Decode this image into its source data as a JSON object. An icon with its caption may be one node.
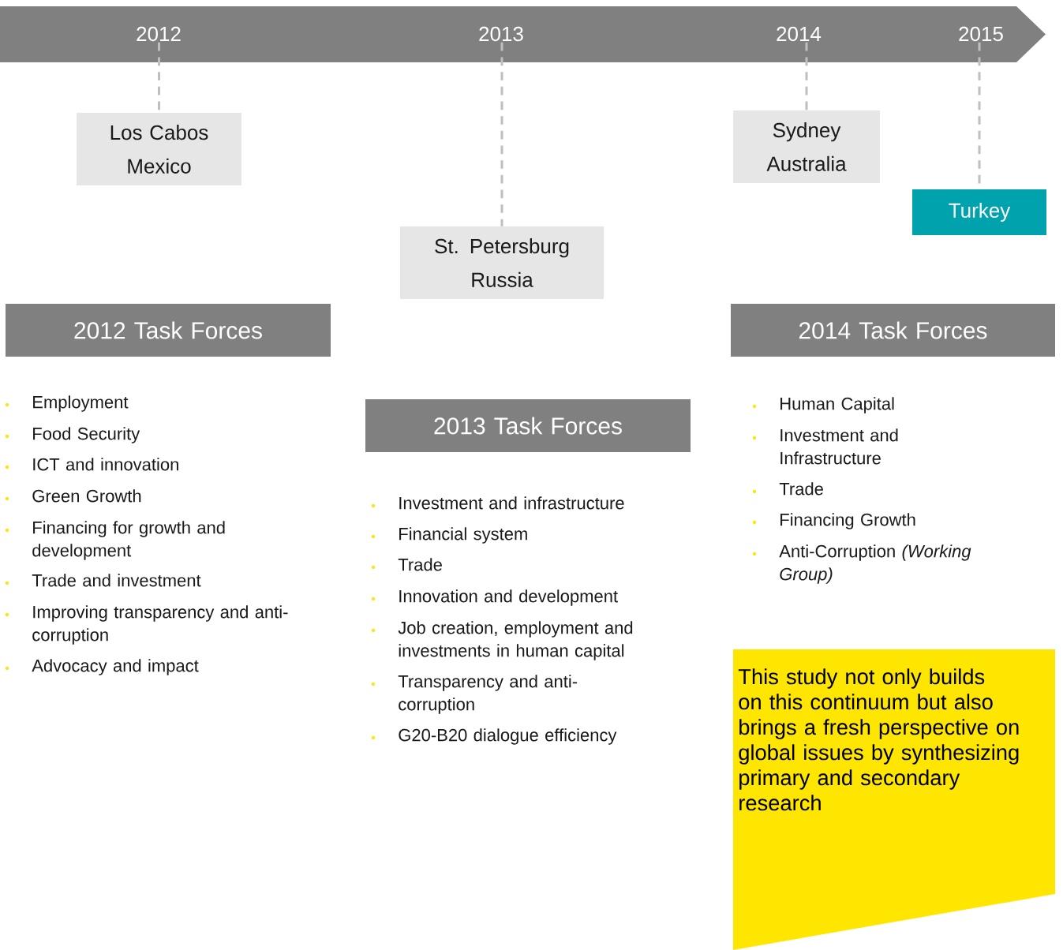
{
  "diagram": {
    "nodes": [
      {
        "text": [],
        "shape": "bar"
      },
      {
        "text": [
          "2012"
        ],
        "in": 0
      },
      {
        "text": [
          "2013"
        ],
        "in": 0
      },
      {
        "text": [
          "2014"
        ],
        "in": 0
      },
      {
        "text": [
          "2015"
        ],
        "in": 0
      },
      {
        "text": [
          "Los Cabos",
          "Mexico"
        ]
      },
      {
        "text": [
          "St. Petersburg",
          "Russia"
        ]
      },
      {
        "text": [
          "Sydney",
          "Australia"
        ]
      },
      {
        "text": [
          "Turkey"
        ]
      },
      {
        "text": [
          "2012 Task Forces"
        ],
        "beside": [
          "Employment",
          "Food Security",
          "ICT and innovation",
          "Green Growth",
          "Financing for growth and development",
          "Trade and investment",
          "Improving transparency and anti-corruption",
          "Advocacy and impact"
        ]
      },
      {
        "text": [
          "2013 Task Forces"
        ],
        "beside": [
          "Investment and infrastructure",
          "Financial system",
          "Trade",
          "Innovation and development",
          "Job creation, employment and investments in human capital",
          "Transparency and anti-corruption",
          "G20-B20 dialogue efficiency"
        ]
      },
      {
        "text": [
          "2014 Task Forces"
        ],
        "beside": [
          "Human Capital",
          "Investment and Infrastructure",
          "Trade",
          "Financing Growth",
          "Anti-Corruption *(Working Group)*"
        ]
      },
      {
        "text": [
          "This study not only builds on this continuum but also brings a fresh perspective on global issues by synthesizing primary and secondary research"
        ]
      }
    ],
    "edges": [
      {
        "from": 1,
        "to": 5,
        "arrow": "none",
        "style": "dashed"
      },
      {
        "from": 2,
        "to": 6,
        "arrow": "none",
        "style": "dashed"
      },
      {
        "from": 3,
        "to": 7,
        "arrow": "none",
        "style": "dashed"
      },
      {
        "from": 4,
        "to": 8,
        "arrow": "none",
        "style": "dashed"
      }
    ]
  }
}
